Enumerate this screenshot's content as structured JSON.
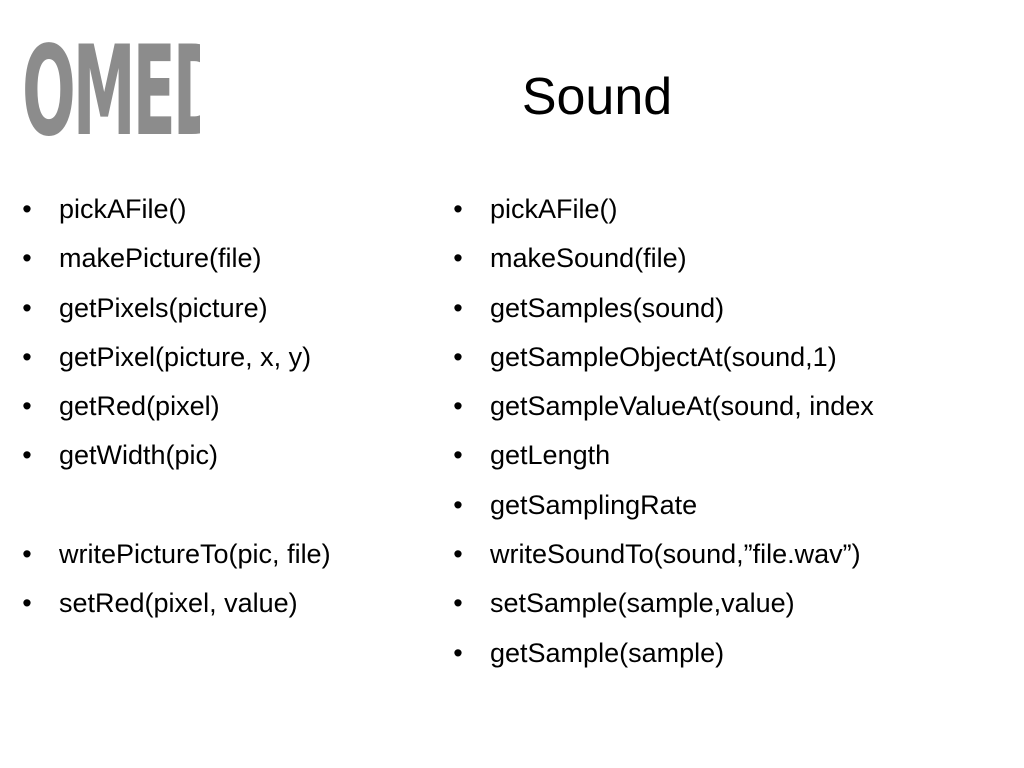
{
  "logo": {
    "text": "OMED",
    "color": "#8c8c8c"
  },
  "title": "Sound",
  "bullet_glyph": "•",
  "left_list": [
    "pickAFile()",
    "makePicture(file)",
    "getPixels(picture)",
    "getPixel(picture, x, y)",
    "getRed(pixel)",
    "getWidth(pic)",
    "",
    "writePictureTo(pic, file)",
    "setRed(pixel, value)"
  ],
  "right_list": [
    "pickAFile()",
    "makeSound(file)",
    "getSamples(sound)",
    "getSampleObjectAt(sound,1)",
    "getSampleValueAt(sound, index",
    "getLength",
    "getSamplingRate",
    "writeSoundTo(sound,”file.wav”)",
    "setSample(sample,value)",
    "getSample(sample)"
  ]
}
